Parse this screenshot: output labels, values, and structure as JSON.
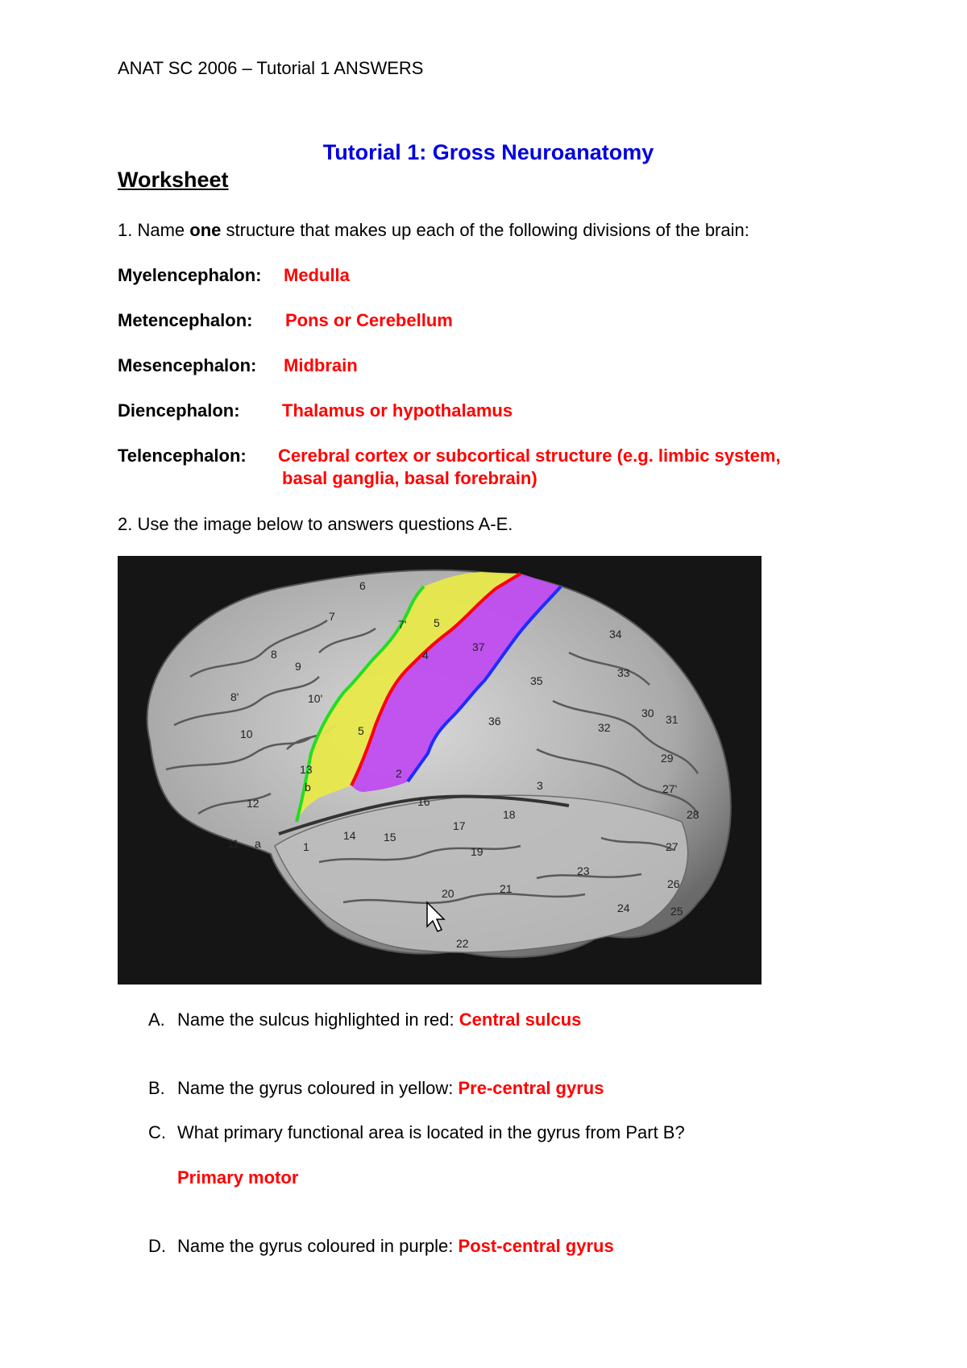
{
  "header": "ANAT SC 2006 – Tutorial 1 ANSWERS",
  "title": "Tutorial 1:  Gross Neuroanatomy",
  "worksheet": "Worksheet",
  "q1": {
    "pre": "1. Name ",
    "bold": "one",
    "post": " structure that makes up each of the following divisions of the brain:"
  },
  "divisions": [
    {
      "label": "Myelencephalon:",
      "answer": "Medulla"
    },
    {
      "label": "Metencephalon:",
      "answer": "Pons or Cerebellum"
    },
    {
      "label": "Mesencephalon:",
      "answer": "Midbrain"
    },
    {
      "label": "Diencephalon:",
      "answer": "Thalamus or hypothalamus"
    },
    {
      "label": "Telencephalon:",
      "answer": "Cerebral cortex or subcortical structure (e.g. limbic system,",
      "answer2": "basal ganglia, basal forebrain)"
    }
  ],
  "q2": "2. Use the image below to answers questions A-E.",
  "figure_labels": [
    "6",
    "7",
    "7'",
    "5",
    "4",
    "37",
    "34",
    "33",
    "35",
    "8",
    "9",
    "8'",
    "10'",
    "10",
    "5",
    "36",
    "30",
    "31",
    "32",
    "29",
    "27'",
    "13",
    "b",
    "12",
    "2",
    "3",
    "16",
    "18",
    "17",
    "28",
    "27",
    "11",
    "a",
    "1",
    "14",
    "15",
    "19",
    "23",
    "26",
    "24",
    "25",
    "20",
    "21",
    "22"
  ],
  "questions": [
    {
      "letter": "A.",
      "text": "Name the sulcus highlighted in red: ",
      "answer": "Central sulcus"
    },
    {
      "letter": "B.",
      "text": "Name the gyrus coloured in yellow: ",
      "answer": "Pre-central gyrus"
    },
    {
      "letter": "C.",
      "text": "What primary functional area is located in the gyrus from Part B?",
      "answer": "Primary motor"
    },
    {
      "letter": "D.",
      "text": "Name the gyrus coloured in purple: ",
      "answer": "Post-central gyrus"
    }
  ],
  "colors": {
    "title": "#0000e0",
    "answer": "#ff0000",
    "precentral": "#e8e84a",
    "postcentral": "#c04cf0",
    "central_sulcus": "#ff0000",
    "precentral_sulcus": "#22dd22",
    "postcentral_sulcus": "#1e2cff"
  }
}
